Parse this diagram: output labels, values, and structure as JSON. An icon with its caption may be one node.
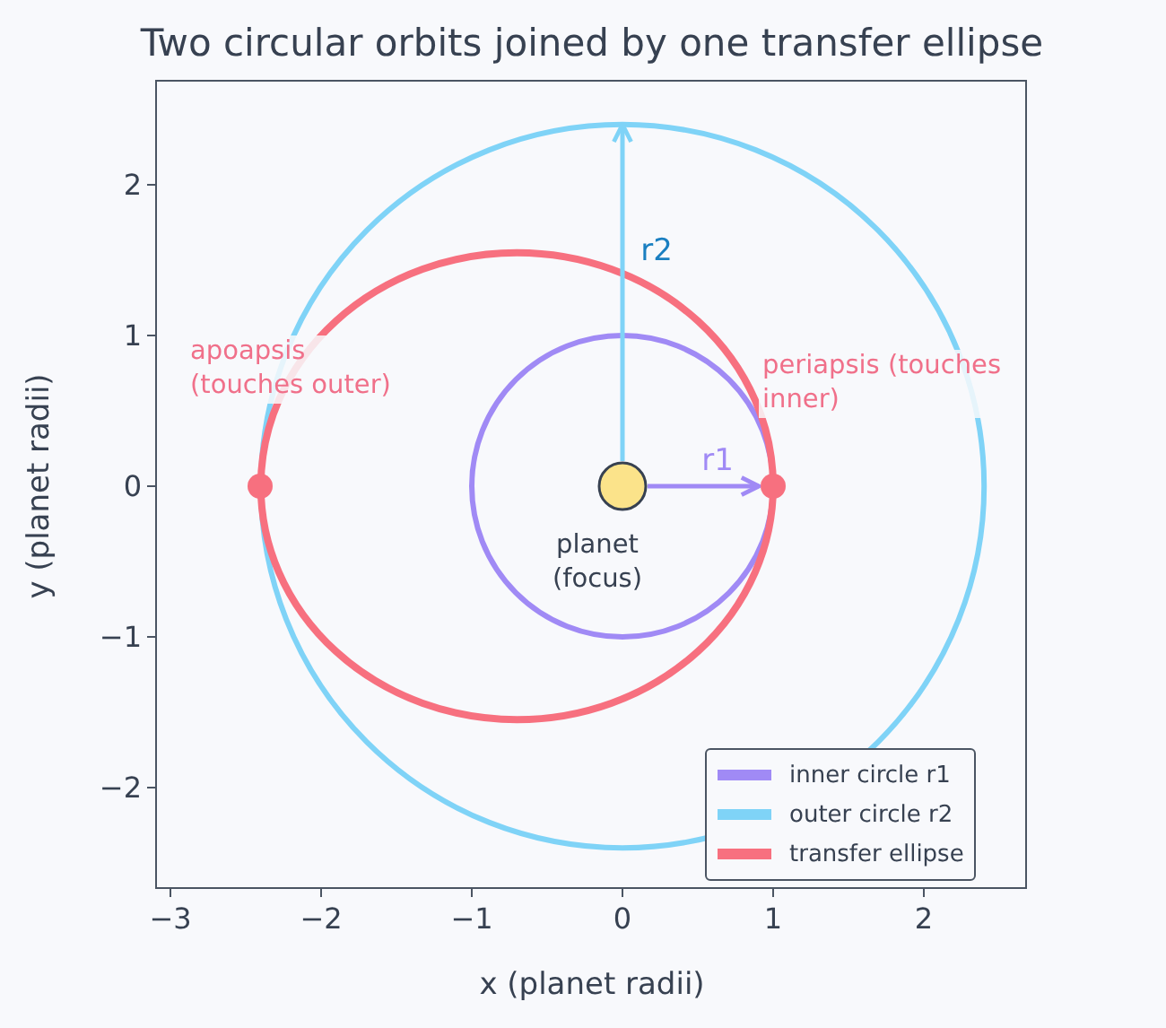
{
  "diagram": {
    "title": "Two circular orbits joined by one transfer ellipse",
    "nodes": [
      {
        "text": [],
        "shape": "circle",
        "beside": [
          "apoapsis (touches outer)"
        ]
      },
      {
        "text": [],
        "shape": "circle",
        "beside": [
          "periapsis (touches inner)"
        ]
      },
      {
        "text": [],
        "shape": "circle",
        "beside": [
          "planet (focus)"
        ]
      }
    ],
    "edges": [
      {
        "from": 2,
        "to": 1,
        "arrow": "to",
        "label": "r1",
        "color": "#a08af5"
      },
      {
        "from": 2,
        "to": null,
        "arrow": "to",
        "label": "r2",
        "color": "#7fd3f7"
      }
    ],
    "labels": [
      "2",
      "1",
      "0",
      "−1",
      "−2",
      "y (planet radii)",
      "−3",
      "−2",
      "−1",
      "0",
      "1",
      "2",
      "x (planet radii)"
    ],
    "legend": [
      {
        "text": "inner circle r1"
      },
      {
        "text": "outer circle r2"
      },
      {
        "text": "transfer ellipse"
      }
    ]
  }
}
